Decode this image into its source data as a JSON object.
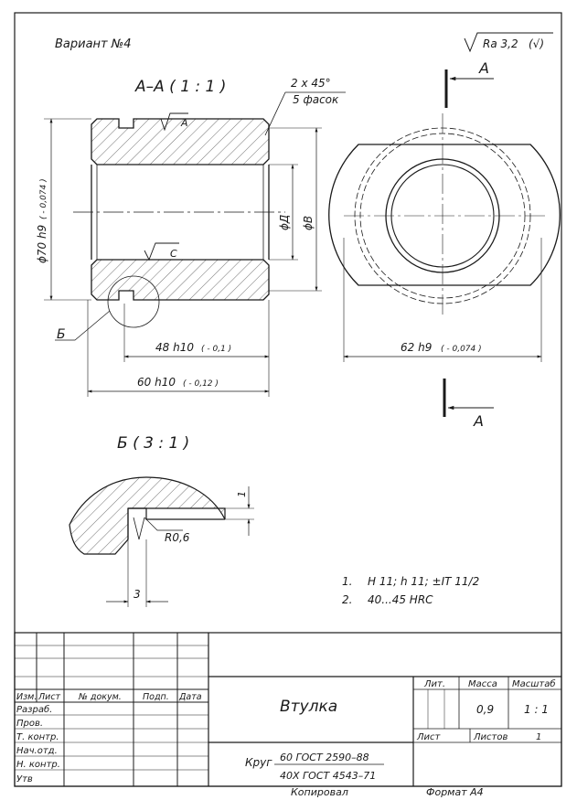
{
  "header": {
    "variant": "Вариант №4",
    "roughness": "Ra 3,2",
    "roughness_mark": "(√)"
  },
  "section_view": {
    "title": "А–А ( 1 : 1 )",
    "chamfer_line1": "2 x 45°",
    "chamfer_line2": "5 фасок",
    "rough_a": "А",
    "rough_c": "С",
    "dim_outer": "ϕ70 h9",
    "dim_outer_tol": "( - 0,074 )",
    "dim_d": "ϕД",
    "dim_b": "ϕВ",
    "dim_48": "48 h10",
    "dim_48_tol": "( - 0,1 )",
    "dim_60": "60 h10",
    "dim_60_tol": "( - 0,12 )",
    "detail_ref": "Б"
  },
  "end_view": {
    "cut_label_top": "А",
    "cut_label_bottom": "А",
    "dim_62": "62 h9",
    "dim_62_tol": "( - 0,074 )"
  },
  "detail_view": {
    "title": "Б ( 3 : 1 )",
    "radius": "R0,6",
    "dim_3": "3",
    "dim_1": "1"
  },
  "notes": [
    {
      "num": "1.",
      "text": "H 11; h 11; ±IT 11/2"
    },
    {
      "num": "2.",
      "text": "40...45 HRC"
    }
  ],
  "title_block": {
    "row_labels": [
      "Изм.",
      "Лист",
      "№ докум.",
      "Подп.",
      "Дата"
    ],
    "roles": [
      "Разраб.",
      "Пров.",
      "Т. контр.",
      "Нач.отд.",
      "Н. контр.",
      "Утв"
    ],
    "part_name": "Втулка",
    "material_top": "60 ГОСТ 2590–88",
    "material_bottom": "40Х ГОСТ 4543–71",
    "material_prefix": "Круг",
    "lit_label": "Лит.",
    "mass_label": "Масса",
    "scale_label": "Масштаб",
    "mass_value": "0,9",
    "scale_value": "1 : 1",
    "sheet_label": "Лист",
    "sheets_label": "Листов",
    "sheets_value": "1"
  },
  "footer": {
    "copied": "Копировал",
    "format": "Формат А4"
  }
}
